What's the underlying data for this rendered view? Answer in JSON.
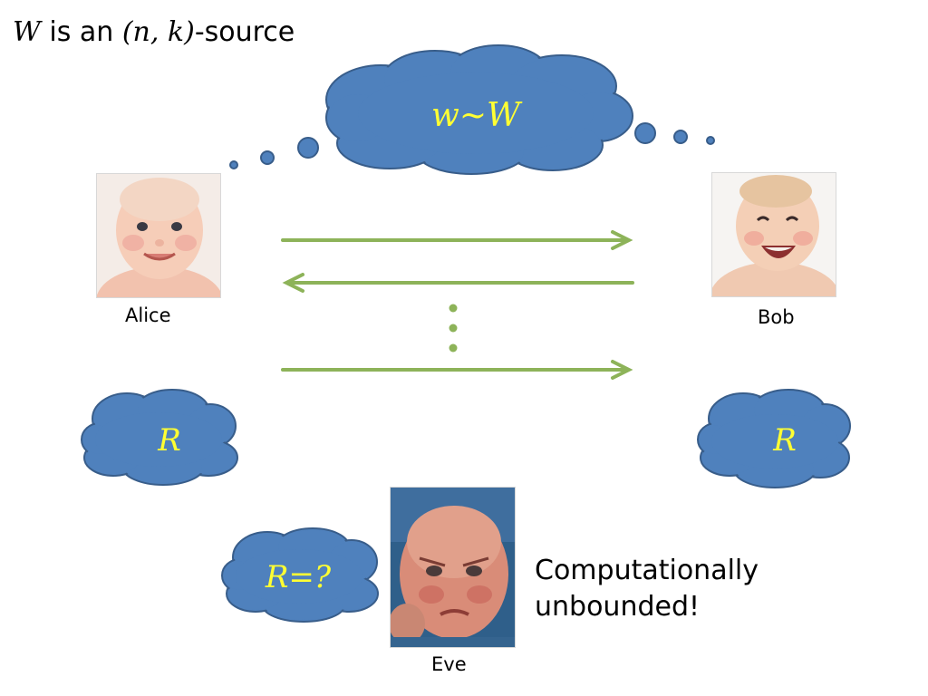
{
  "title": {
    "var_w": "W",
    "text_is_an": " is an ",
    "params": "(n, k)",
    "text_source": "-source"
  },
  "clouds": {
    "top": "w~W",
    "alice": "R",
    "bob": "R",
    "eve": "R=?"
  },
  "people": {
    "alice": "Alice",
    "bob": "Bob",
    "eve": "Eve"
  },
  "eve_note": {
    "line1": "Computationally",
    "line2": "unbounded!"
  },
  "colors": {
    "cloud_fill": "#4F81BD",
    "cloud_stroke": "#385D8A",
    "cloud_text": "#FFFF33",
    "arrow": "#8DB359"
  }
}
